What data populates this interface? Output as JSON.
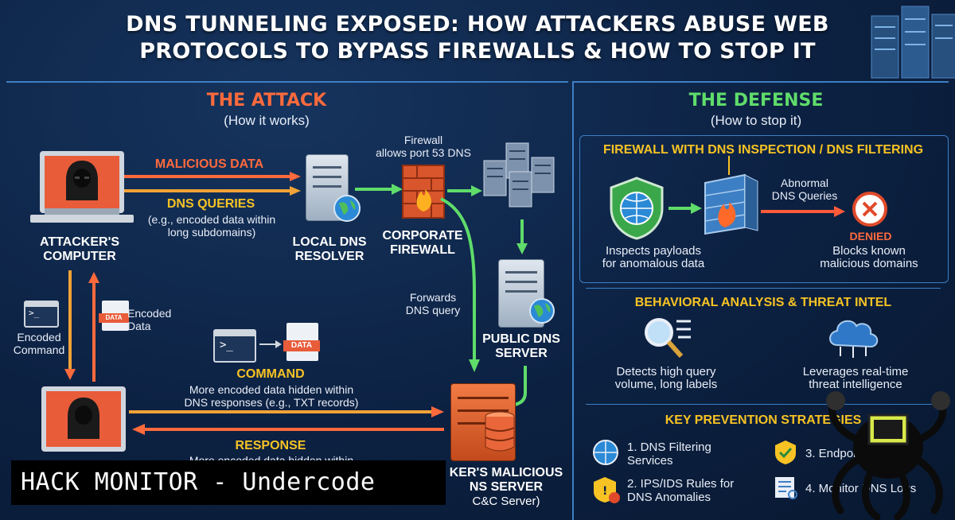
{
  "title_line1": "DNS TUNNELING EXPOSED: HOW ATTACKERS ABUSE WEB",
  "title_line2": "PROTOCOLS TO BYPASS FIREWALLS & HOW TO STOP IT",
  "attack": {
    "heading": "THE ATTACK",
    "subheading": "(How it works)",
    "malicious_data": "MALICIOUS DATA",
    "dns_queries": "DNS QUERIES",
    "dns_queries_note_1": "(e.g., encoded data within",
    "dns_queries_note_2": "long subdomains)",
    "attacker_line1": "ATTACKER'S",
    "attacker_line2": "COMPUTER",
    "resolver_line1": "LOCAL DNS",
    "resolver_line2": "RESOLVER",
    "firewall_note_1": "Firewall",
    "firewall_note_2": "allows port 53 DNS",
    "firewall_line1": "CORPORATE",
    "firewall_line2": "FIREWALL",
    "forwards_1": "Forwards",
    "forwards_2": "DNS query",
    "public_dns_1": "PUBLIC DNS",
    "public_dns_2": "SERVER",
    "encoded_command_1": "Encoded",
    "encoded_command_2": "Command",
    "encoded_data_1": "Encoded",
    "encoded_data_2": "Data",
    "data_tag": "DATA",
    "terminal_prompt": ">_",
    "command": "COMMAND",
    "command_note_1": "More encoded data hidden within",
    "command_note_2": "DNS responses (e.g., TXT records)",
    "response": "RESPONSE",
    "response_note_1": "More encoded data hidden within",
    "cc_line1": "KER'S MALICIOUS",
    "cc_line2": "NS SERVER",
    "cc_line3": "C&C Server)"
  },
  "defense": {
    "heading": "THE DEFENSE",
    "subheading": "(How to stop it)",
    "firewall_heading": "FIREWALL WITH DNS INSPECTION / DNS FILTERING",
    "abnormal_1": "Abnormal",
    "abnormal_2": "DNS Queries",
    "denied": "DENIED",
    "inspects_1": "Inspects payloads",
    "inspects_2": "for anomalous data",
    "blocks_1": "Blocks known",
    "blocks_2": "malicious domains",
    "behavioral_heading": "BEHAVIORAL ANALYSIS & THREAT INTEL",
    "detects_1": "Detects high query",
    "detects_2": "volume, long labels",
    "leverages_1": "Leverages real-time",
    "leverages_2": "threat intelligence",
    "key_heading": "KEY PREVENTION STRATEGIES",
    "item1_1": "1. DNS Filtering",
    "item1_2": "Services",
    "item2_1": "2. IPS/IDS Rules for",
    "item2_2": "DNS Anomalies",
    "item3": "3. Endpoint Security",
    "item4": "4. Monitor DNS Logs"
  },
  "watermark": "HACK MONITOR - Undercode",
  "colors": {
    "attack": "#ff6a3d",
    "yellow": "#f7c324",
    "defense": "#5fdc6a",
    "divider": "#3d7fc4",
    "background": "#0c2142"
  }
}
